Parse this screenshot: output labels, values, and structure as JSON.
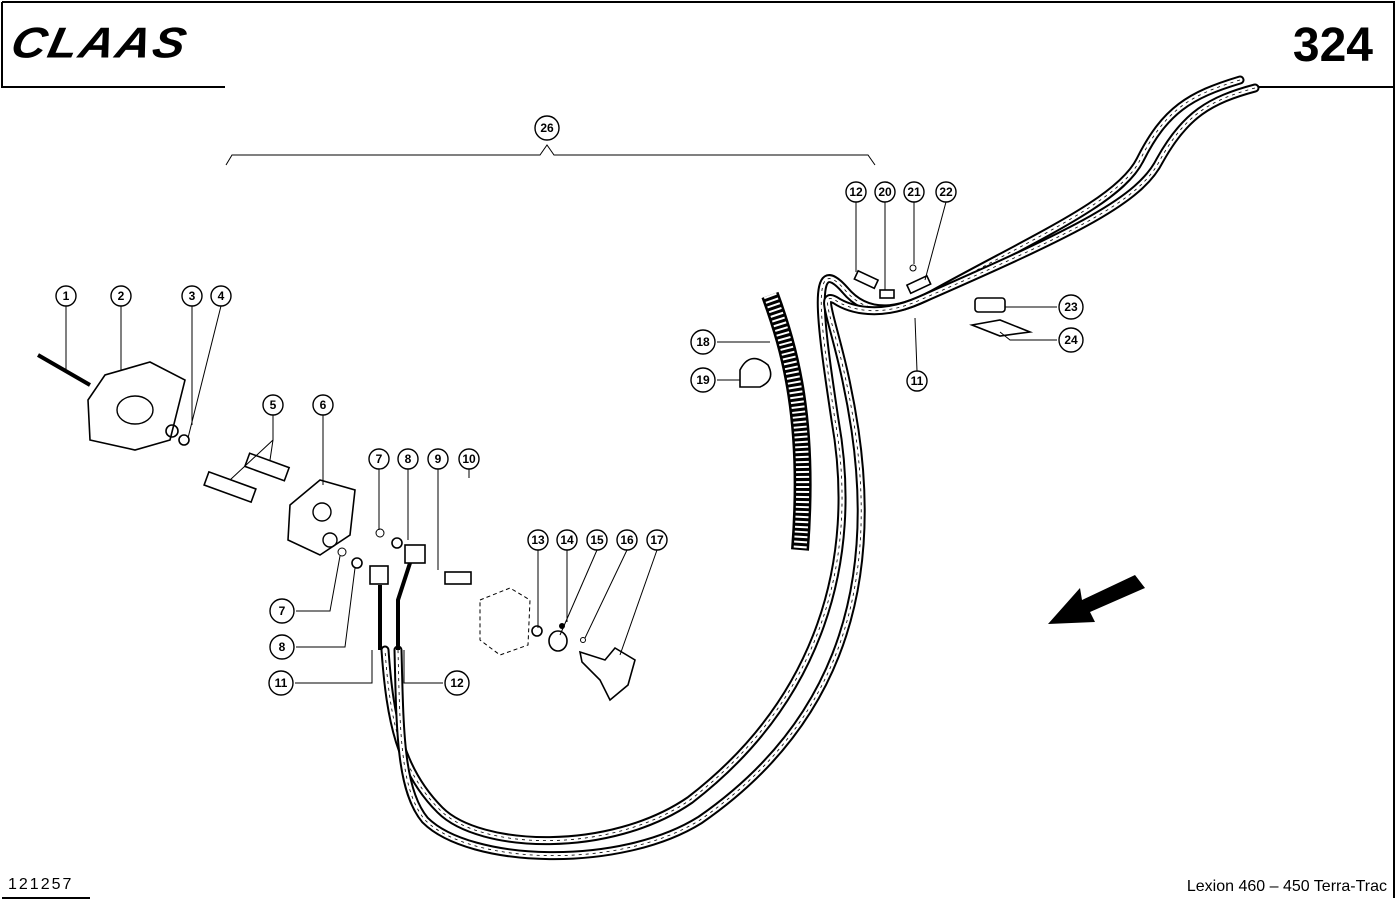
{
  "header": {
    "logo": "CLAAS",
    "page_number": "324"
  },
  "footer": {
    "drawing_number": "121257",
    "model": "Lexion 460 – 450 Terra-Trac"
  },
  "callouts": [
    "26",
    "12",
    "20",
    "21",
    "22",
    "1",
    "2",
    "3",
    "4",
    "18",
    "19",
    "23",
    "24",
    "11",
    "5",
    "6",
    "7",
    "8",
    "9",
    "10",
    "13",
    "14",
    "15",
    "16",
    "17",
    "7",
    "8",
    "11",
    "12"
  ]
}
